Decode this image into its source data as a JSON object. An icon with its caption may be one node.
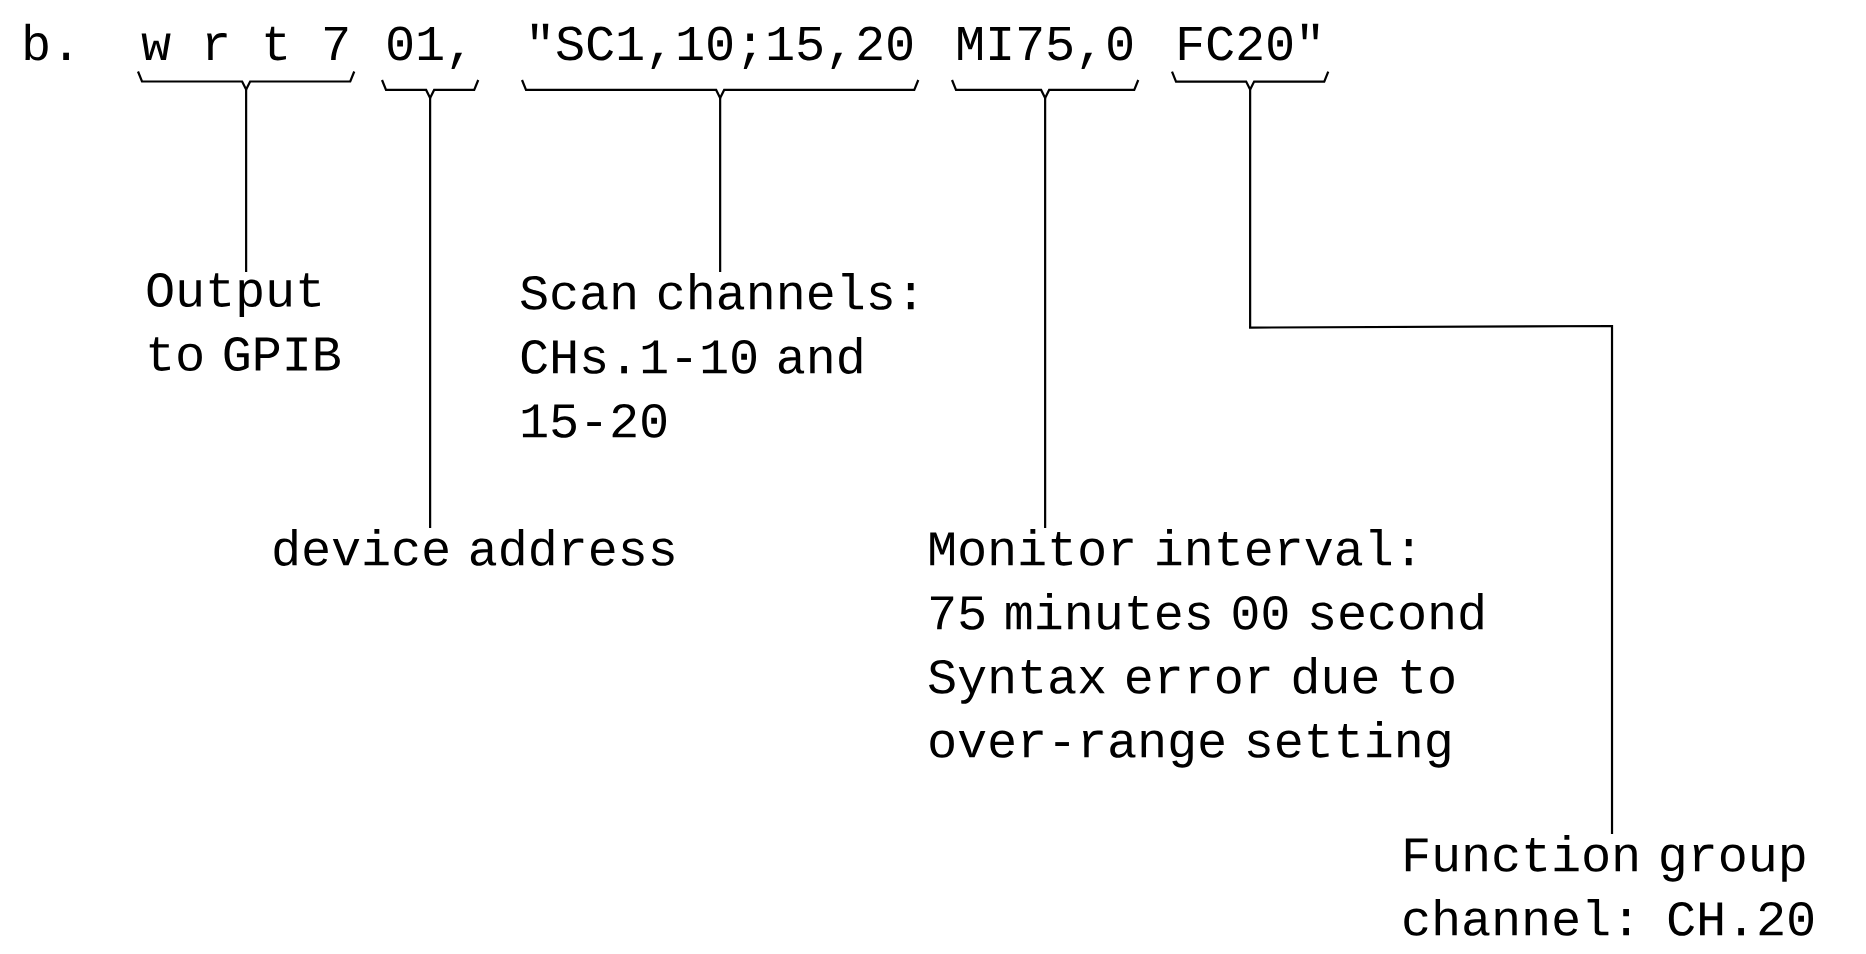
{
  "diagram": {
    "nodes": [
      {
        "text": [
          "w r t 7"
        ]
      },
      {
        "text": [
          "01,"
        ]
      },
      {
        "text": [
          "\"SC1,10;15,20"
        ]
      },
      {
        "text": [
          "MI75,0"
        ]
      },
      {
        "text": [
          "FC20\""
        ]
      },
      {
        "text": [
          "Output to GPIB"
        ]
      },
      {
        "text": [
          "Scan channels: CHs.1-10 and 15-20"
        ]
      },
      {
        "text": [
          "device address"
        ]
      },
      {
        "text": [
          "Monitor interval:",
          "75 minutes 00 second",
          "Syntax error due to over-range setting"
        ]
      },
      {
        "text": [
          "Function group channel: CH.20"
        ]
      }
    ],
    "edges": [
      {
        "from": 5,
        "to": 0,
        "arrow": "none"
      },
      {
        "from": 7,
        "to": 1,
        "arrow": "none"
      },
      {
        "from": 6,
        "to": 2,
        "arrow": "none"
      },
      {
        "from": 8,
        "to": 3,
        "arrow": "none"
      },
      {
        "from": 9,
        "to": 4,
        "arrow": "none"
      }
    ],
    "labels": [
      "b."
    ]
  }
}
